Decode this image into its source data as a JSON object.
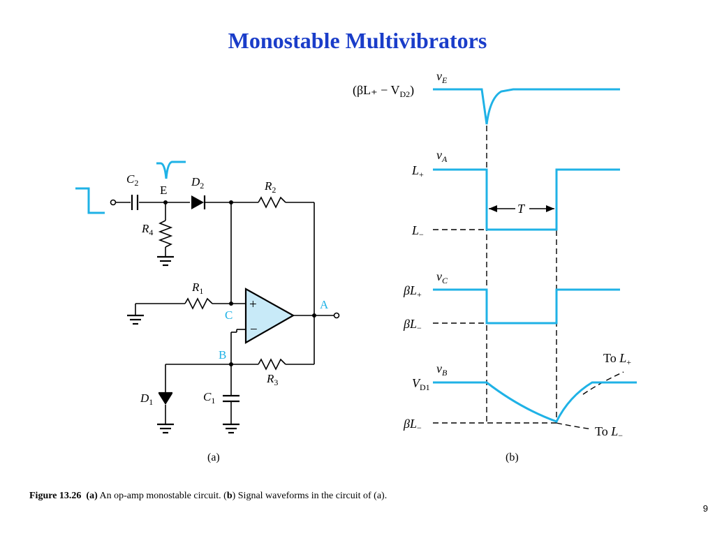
{
  "slide": {
    "title": "Monostable Multivibrators",
    "page_number": "9",
    "caption": {
      "figure": "Figure 13.26",
      "part_a_tag": "(a)",
      "part_a_text": " An op-amp monostable circuit. (",
      "part_b_tag": "b",
      "part_b_text": ") Signal waveforms in the circuit of (a)."
    }
  },
  "circuit": {
    "panel_label": "(a)",
    "components": {
      "C2": {
        "main": "C",
        "sub": "2"
      },
      "D2": {
        "main": "D",
        "sub": "2"
      },
      "R2": {
        "main": "R",
        "sub": "2"
      },
      "R4": {
        "main": "R",
        "sub": "4"
      },
      "R1": {
        "main": "R",
        "sub": "1"
      },
      "R3": {
        "main": "R",
        "sub": "3"
      },
      "D1": {
        "main": "D",
        "sub": "1"
      },
      "C1": {
        "main": "C",
        "sub": "1"
      }
    },
    "nodes": {
      "E": "E",
      "A": "A",
      "B": "B",
      "C": "C"
    },
    "opamp": {
      "plus": "+",
      "minus": "−"
    },
    "colors": {
      "wire": "#000000",
      "accent": "#1fb2e6",
      "node_label": "#1fb2e6",
      "opamp_fill": "#c8eaf8"
    }
  },
  "waveforms": {
    "panel_label": "(b)",
    "vE": {
      "name_main": "v",
      "name_sub": "E",
      "level_label": "(βL₊ − V",
      "level_sub": "D2",
      "level_close": ")"
    },
    "vA": {
      "name_main": "v",
      "name_sub": "A",
      "high": {
        "main": "L",
        "sub": "+"
      },
      "low": {
        "main": "L",
        "sub": "−"
      },
      "T": "T"
    },
    "vC": {
      "name_main": "v",
      "name_sub": "C",
      "high": {
        "pre": "β",
        "main": "L",
        "sub": "+"
      },
      "low": {
        "pre": "β",
        "main": "L",
        "sub": "−"
      }
    },
    "vB": {
      "name_main": "v",
      "name_sub": "B",
      "high": {
        "main": "V",
        "sub": "D1"
      },
      "low": {
        "pre": "β",
        "main": "L",
        "sub": "−"
      },
      "to_high": {
        "pre": "To ",
        "main": "L",
        "sub": "+"
      },
      "to_low": {
        "pre": "To ",
        "main": "L",
        "sub": "−"
      }
    },
    "colors": {
      "trace": "#1fb2e6",
      "axis": "#000000"
    }
  }
}
